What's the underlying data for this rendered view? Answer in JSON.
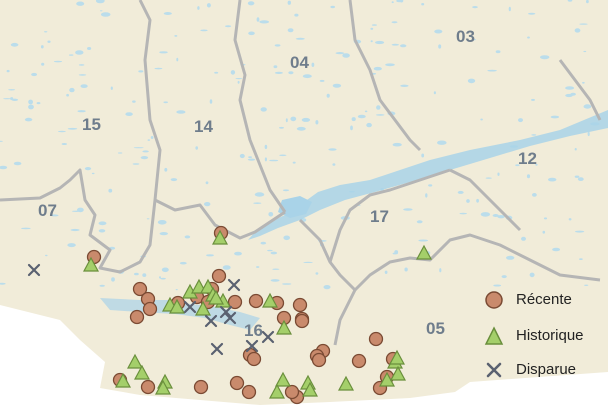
{
  "colors": {
    "land": "#f1ecd9",
    "water": "#a9d3e8",
    "lakes": "#b6dcee",
    "boundary": "#b5b5b5",
    "label": "#6f7d8c",
    "recente_fill": "#c98a6c",
    "recente_stroke": "#7a4a33",
    "historique_fill": "#a4cf6a",
    "historique_stroke": "#6a8f3c",
    "disparue": "#5a6170"
  },
  "regions": [
    {
      "id": "region-03",
      "label": "03"
    },
    {
      "id": "region-04",
      "label": "04"
    },
    {
      "id": "region-15",
      "label": "15"
    },
    {
      "id": "region-14",
      "label": "14"
    },
    {
      "id": "region-12",
      "label": "12"
    },
    {
      "id": "region-07",
      "label": "07"
    },
    {
      "id": "region-17",
      "label": "17"
    },
    {
      "id": "region-16",
      "label": "16"
    },
    {
      "id": "region-05",
      "label": "05"
    }
  ],
  "legend": {
    "recente": "Récente",
    "historique": "Historique",
    "disparue": "Disparue"
  },
  "icons": {
    "recente": "brown-circle-marker",
    "historique": "green-triangle-marker",
    "disparue": "x-marker"
  }
}
